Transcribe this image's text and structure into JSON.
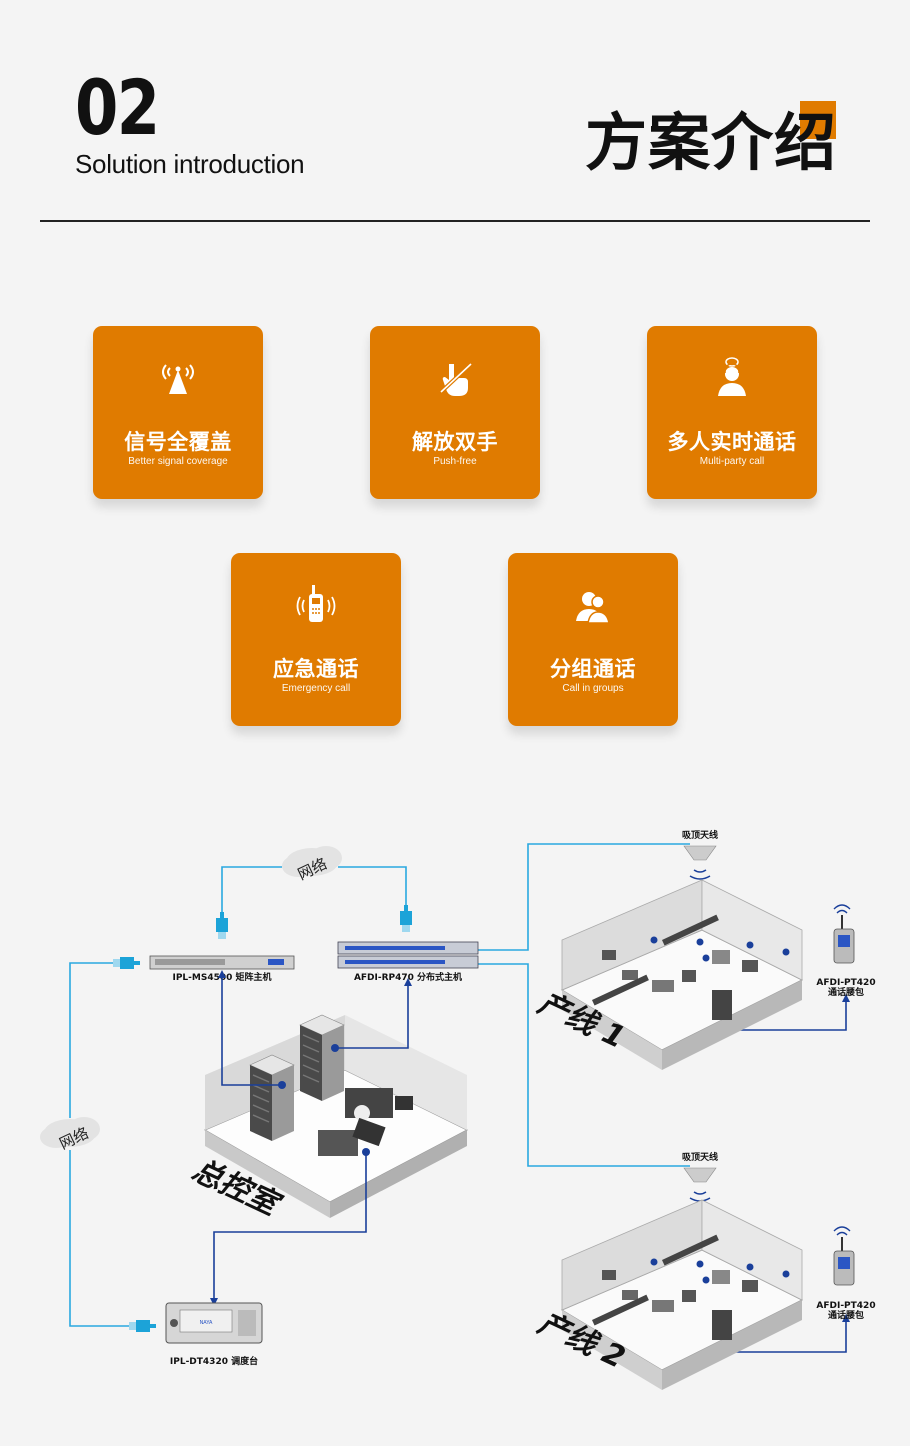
{
  "header": {
    "number": "02",
    "subtitle": "Solution introduction",
    "title": "方案介绍"
  },
  "features": [
    {
      "zh": "信号全覆盖",
      "en": "Better signal coverage",
      "icon": "signal-tower-icon"
    },
    {
      "zh": "解放双手",
      "en": "Push-free",
      "icon": "no-touch-hand-icon"
    },
    {
      "zh": "多人实时通话",
      "en": "Multi-party call",
      "icon": "talking-person-icon"
    },
    {
      "zh": "应急通话",
      "en": "Emergency call",
      "icon": "walkie-talkie-icon"
    },
    {
      "zh": "分组通话",
      "en": "Call in groups",
      "icon": "group-people-icon"
    }
  ],
  "diagram": {
    "cloud_label": "网络",
    "matrix_host": "IPL-MS4500 矩阵主机",
    "distributed_host": "AFDI-RP470 分布式主机",
    "control_room": "总控室",
    "dispatch_console": "IPL-DT4320 调度台",
    "ceiling_antenna": "吸顶天线",
    "terminal_model": "AFDI-PT420",
    "terminal_name": "通话腰包",
    "line1": "产线 1",
    "line2": "产线 2",
    "console_brand": "NAYA"
  },
  "colors": {
    "accent": "#e07b00",
    "link_blue": "#1a3f9a",
    "cable_cyan": "#29a8e0"
  }
}
